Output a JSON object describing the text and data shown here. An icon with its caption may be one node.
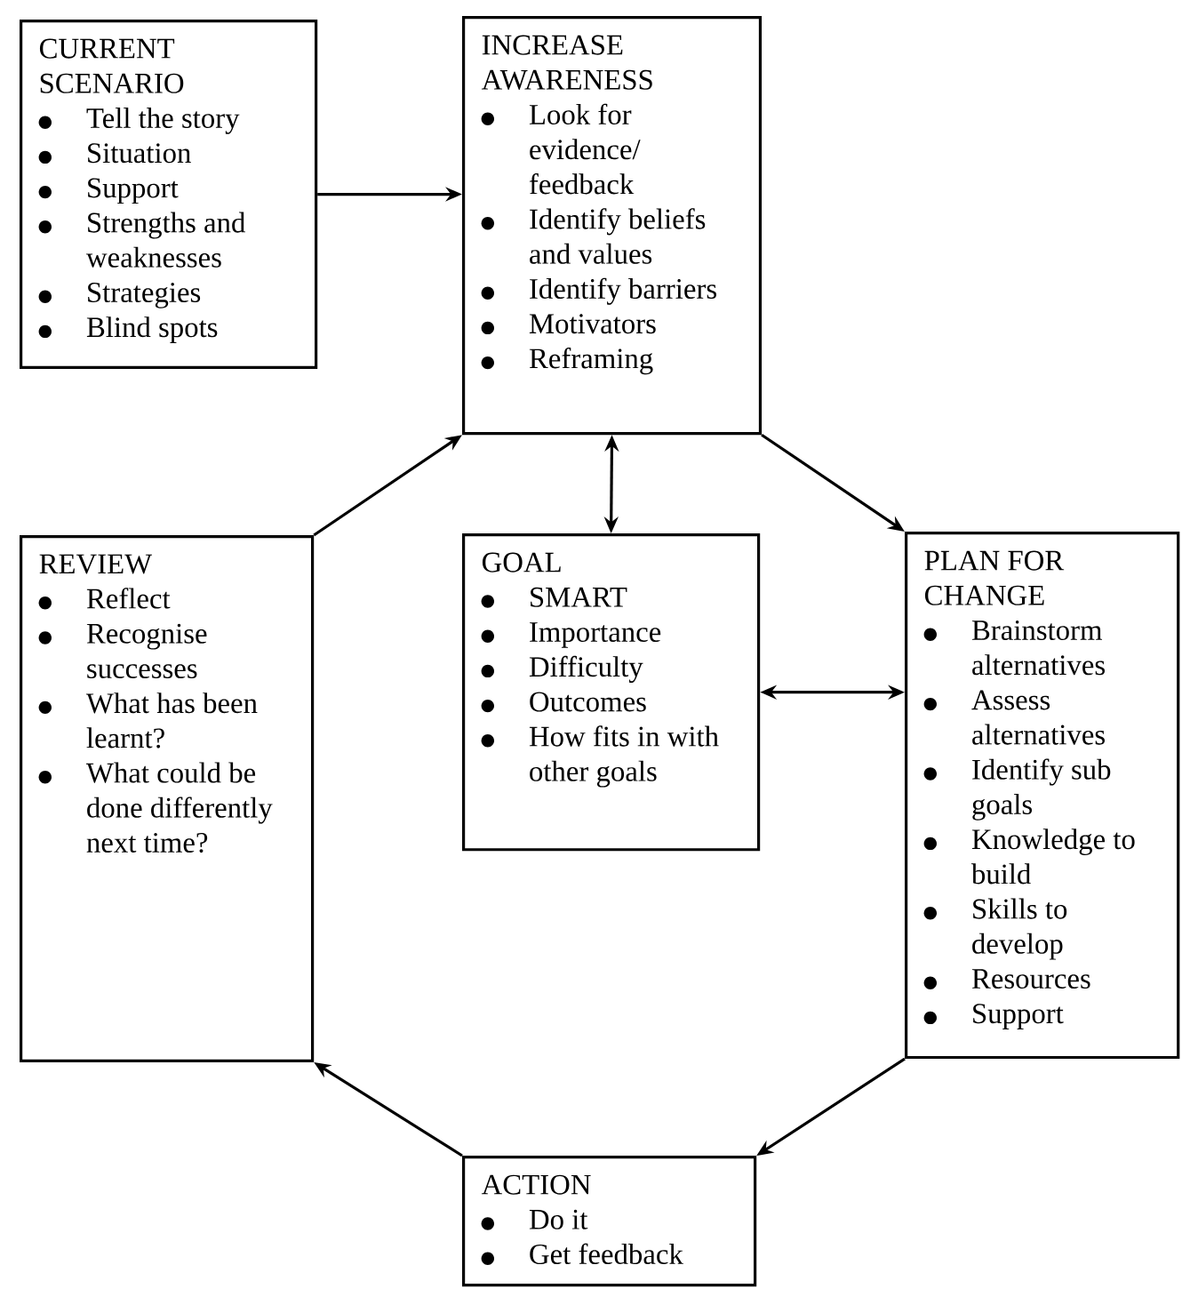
{
  "diagram": {
    "nodes": [
      {
        "text": [
          "CURRENT SCENARIO",
          "Tell the story",
          "Situation",
          "Support",
          "Strengths and weaknesses",
          "Strategies",
          "Blind spots"
        ]
      },
      {
        "text": [
          "INCREASE AWARENESS",
          "Look for evidence/ feedback",
          "Identify beliefs and values",
          "Identify barriers",
          "Motivators",
          "Reframing"
        ]
      },
      {
        "text": [
          "REVIEW",
          "Reflect",
          "Recognise successes",
          "What has been learnt?",
          "What could be done differently next time?"
        ]
      },
      {
        "text": [
          "GOAL",
          "SMART",
          "Importance",
          "Difficulty",
          "Outcomes",
          "How fits in with other goals"
        ]
      },
      {
        "text": [
          "PLAN FOR CHANGE",
          "Brainstorm alternatives",
          "Assess alternatives",
          "Identify sub goals",
          "Knowledge to build",
          "Skills to develop",
          "Resources",
          "Support"
        ]
      },
      {
        "text": [
          "ACTION",
          "Do it",
          "Get feedback"
        ]
      }
    ],
    "edges": [
      {
        "from": 0,
        "to": 1,
        "arrow": "to"
      },
      {
        "from": 1,
        "to": 3,
        "arrow": "both"
      },
      {
        "from": 3,
        "to": 4,
        "arrow": "both"
      },
      {
        "from": 1,
        "to": 4,
        "arrow": "to"
      },
      {
        "from": 4,
        "to": 5,
        "arrow": "to"
      },
      {
        "from": 5,
        "to": 2,
        "arrow": "to"
      },
      {
        "from": 2,
        "to": 1,
        "arrow": "to"
      }
    ]
  }
}
